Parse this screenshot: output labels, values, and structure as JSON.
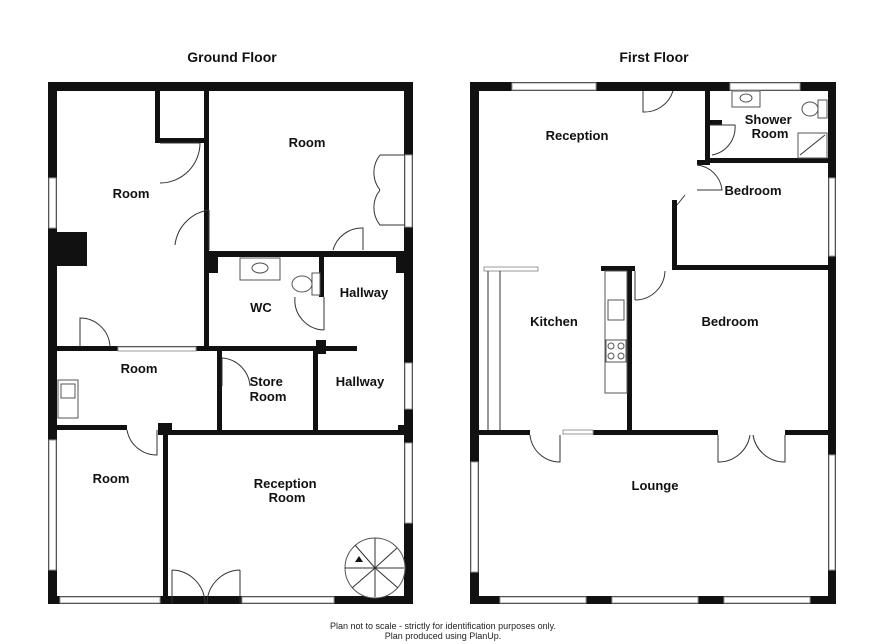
{
  "floors": [
    {
      "title": "Ground Floor"
    },
    {
      "title": "First Floor"
    }
  ],
  "ground_rooms": {
    "room_top_left": "Room",
    "room_top_right": "Room",
    "wc": "WC",
    "hallway_upper": "Hallway",
    "room_mid": "Room",
    "store_room_line1": "Store",
    "store_room_line2": "Room",
    "hallway_lower": "Hallway",
    "room_bottom_left": "Room",
    "reception_line1": "Reception",
    "reception_line2": "Room"
  },
  "first_rooms": {
    "reception": "Reception",
    "shower_line1": "Shower",
    "shower_line2": "Room",
    "bedroom_top": "Bedroom",
    "kitchen": "Kitchen",
    "bedroom_mid": "Bedroom",
    "lounge": "Lounge"
  },
  "footer": {
    "line1": "Plan not to scale - strictly for identification purposes only.",
    "line2": "Plan produced using PlanUp."
  }
}
